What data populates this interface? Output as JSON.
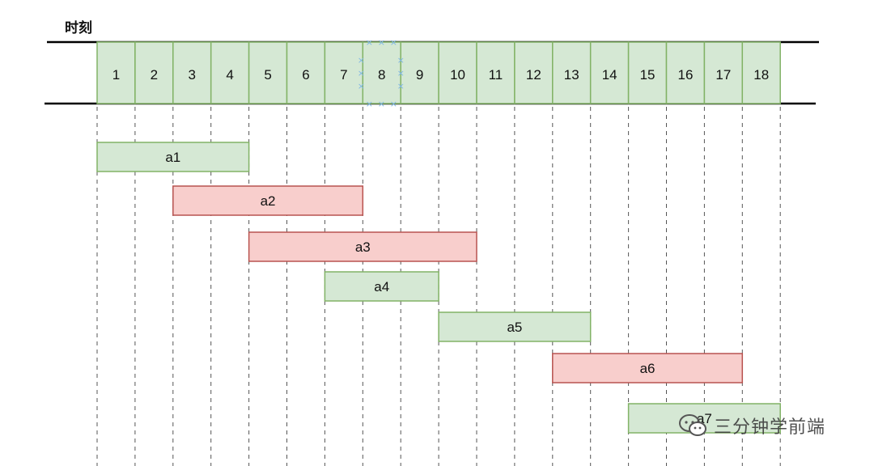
{
  "title": "时刻",
  "slots": [
    "1",
    "2",
    "3",
    "4",
    "5",
    "6",
    "7",
    "8",
    "9",
    "10",
    "11",
    "12",
    "13",
    "14",
    "15",
    "16",
    "17",
    "18"
  ],
  "highlighted_slot": "8",
  "tasks": [
    {
      "label": "a1",
      "start": 1,
      "end": 4,
      "status": "green"
    },
    {
      "label": "a2",
      "start": 3,
      "end": 7,
      "status": "red"
    },
    {
      "label": "a3",
      "start": 5,
      "end": 10,
      "status": "red"
    },
    {
      "label": "a4",
      "start": 7,
      "end": 9,
      "status": "green"
    },
    {
      "label": "a5",
      "start": 10,
      "end": 13,
      "status": "green"
    },
    {
      "label": "a6",
      "start": 13,
      "end": 17,
      "status": "red"
    },
    {
      "label": "a7",
      "start": 15,
      "end": 18,
      "status": "green"
    }
  ],
  "colors": {
    "green_fill": "#d5e8d4",
    "green_stroke": "#82b366",
    "red_fill": "#f8cecc",
    "red_stroke": "#b85450",
    "marker": "#7fb7e6"
  },
  "watermark": {
    "text": "三分钟学前端",
    "icon": "wechat-icon"
  }
}
